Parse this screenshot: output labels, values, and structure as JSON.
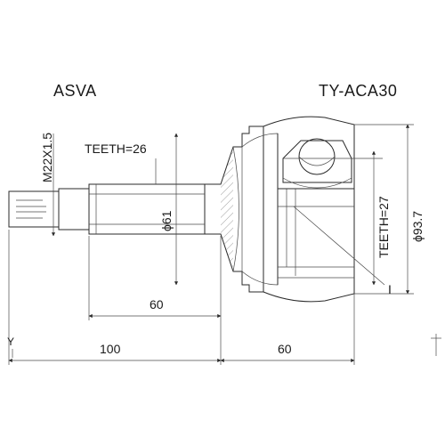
{
  "header": {
    "brand": "ASVA",
    "part_number": "TY-ACA30"
  },
  "labels": {
    "thread": "M22X1.5",
    "teeth_outer": "TEETH=26",
    "diameter_shaft": "ϕ61",
    "teeth_inner": "TEETH=27",
    "diameter_housing": "ϕ93.7",
    "shaft_length": "60",
    "overall_left": "100",
    "overall_right": "60",
    "seal_marker": "I",
    "axis_y": "Y"
  },
  "colors": {
    "line": "#2a2a2a",
    "background": "#ffffff"
  }
}
